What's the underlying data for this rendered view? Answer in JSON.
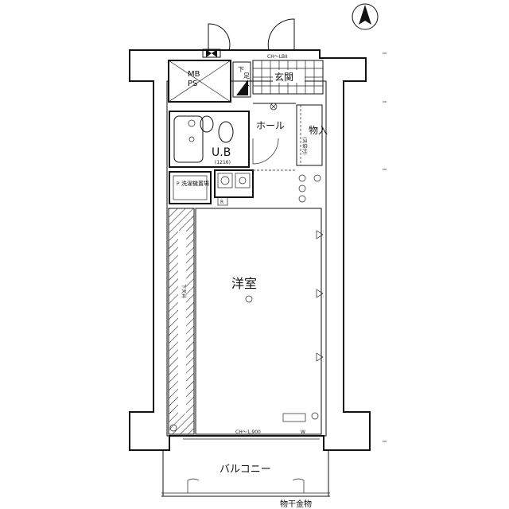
{
  "compass": {
    "icon": "north-arrow-icon"
  },
  "rooms": {
    "mb_ps": {
      "line1": "MB",
      "line2": "PS"
    },
    "shoe_box": "下\n足\n入",
    "genkan": "玄関",
    "genkan_ch": "CH～LBII",
    "hall": "ホール",
    "storage": "物入",
    "storage_note": "(天袋付)",
    "ub": "U.B",
    "ub_size": "(1216)",
    "washer": "洗濯機置場",
    "washer_prefix": "P",
    "r_mark": "R",
    "yoshitsu": "洋室",
    "balcony": "バルコニー",
    "ch_label": "CH～1,900",
    "w_mark": "W",
    "drying": "物干金物",
    "side_note": "下天井"
  }
}
